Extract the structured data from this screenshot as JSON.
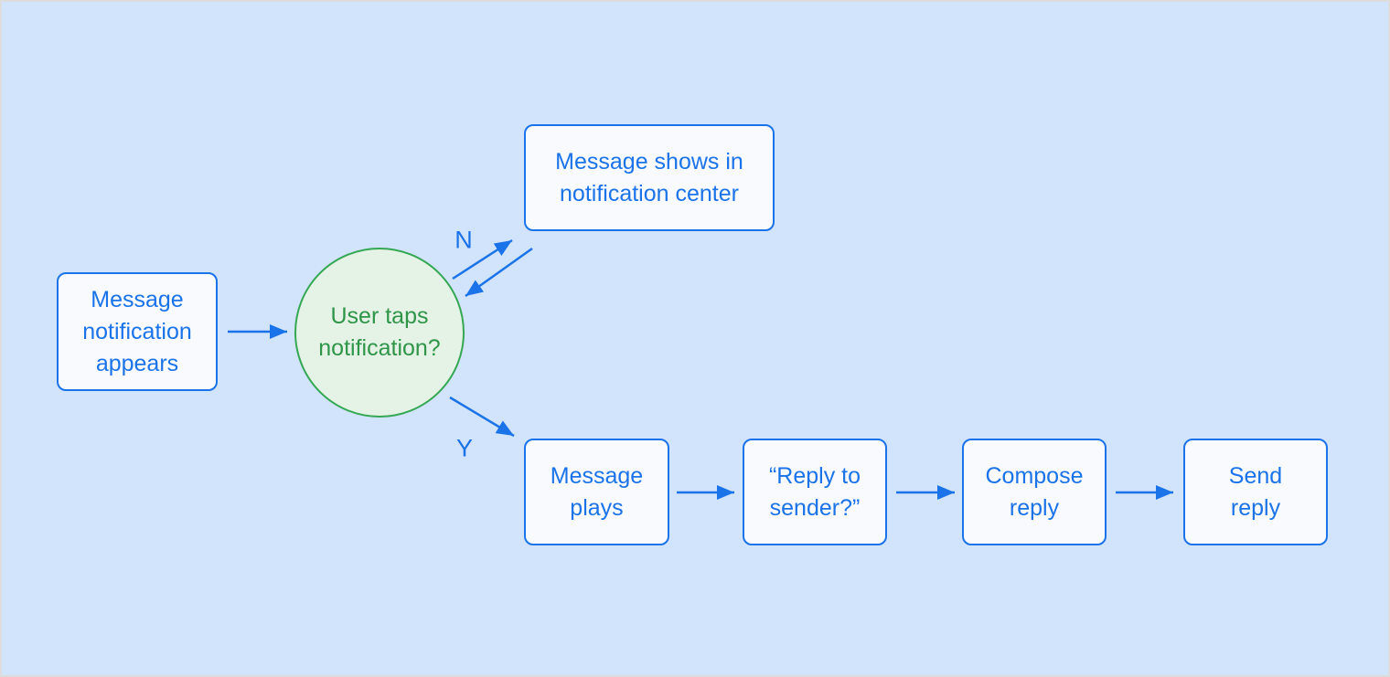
{
  "theme": {
    "background": "#d2e3fc",
    "frame_border": "#dcdcdc",
    "blue": "#1a73e8",
    "box_fill": "#f8fafd",
    "green_border": "#34a853",
    "green_fill": "#e5f2e6",
    "green_text": "#2e9549"
  },
  "flowchart": {
    "nodes": {
      "start": {
        "label": "Message\nnotification\nappears",
        "shape": "rect"
      },
      "decision": {
        "label": "User taps\nnotification?",
        "shape": "circle"
      },
      "no_result": {
        "label": "Message shows in\nnotification center",
        "shape": "rect"
      },
      "message_plays": {
        "label": "Message\nplays",
        "shape": "rect"
      },
      "reply_prompt": {
        "label": "“Reply to\nsender?”",
        "shape": "rect"
      },
      "compose_reply": {
        "label": "Compose\nreply",
        "shape": "rect"
      },
      "send_reply": {
        "label": "Send\nreply",
        "shape": "rect"
      }
    },
    "edge_labels": {
      "no": "N",
      "yes": "Y"
    },
    "edges": [
      {
        "from": "start",
        "to": "decision"
      },
      {
        "from": "decision",
        "to": "no_result",
        "label": "N",
        "bidirectional": true
      },
      {
        "from": "decision",
        "to": "message_plays",
        "label": "Y"
      },
      {
        "from": "message_plays",
        "to": "reply_prompt"
      },
      {
        "from": "reply_prompt",
        "to": "compose_reply"
      },
      {
        "from": "compose_reply",
        "to": "send_reply"
      }
    ]
  }
}
